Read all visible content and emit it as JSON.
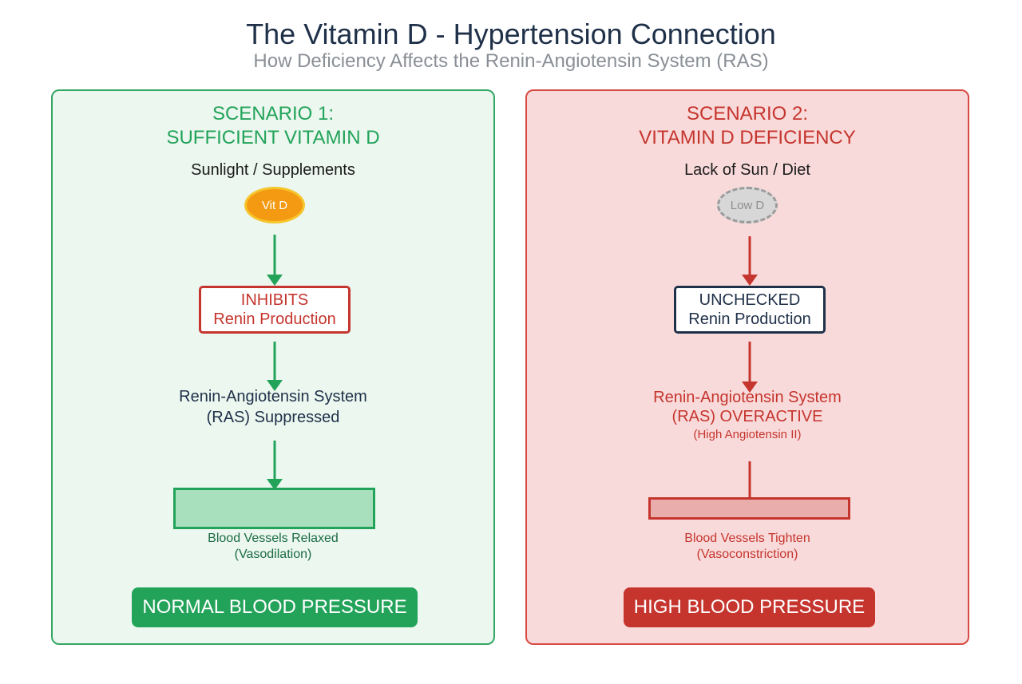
{
  "header": {
    "title": "The Vitamin D - Hypertension Connection",
    "subtitle": "How Deficiency Affects the Renin-Angiotensin System (RAS)"
  },
  "scenario_1": {
    "heading_line_1": "SCENARIO 1:",
    "heading_line_2": "SUFFICIENT VITAMIN D",
    "source": "Sunlight / Supplements",
    "badge": "Vit D",
    "box_line_1": "INHIBITS",
    "box_line_2": "Renin Production",
    "ras_line_1": "Renin-Angiotensin System",
    "ras_line_2": "(RAS) Suppressed",
    "effect_line_1": "Blood Vessels Relaxed",
    "effect_line_2": "(Vasodilation)",
    "result": "NORMAL BLOOD PRESSURE",
    "colors": {
      "accent": "#23a35a",
      "panel_bg": "#ebf7ef"
    }
  },
  "scenario_2": {
    "heading_line_1": "SCENARIO 2:",
    "heading_line_2": "VITAMIN D DEFICIENCY",
    "source": "Lack of Sun / Diet",
    "badge": "Low D",
    "box_line_1": "UNCHECKED",
    "box_line_2": "Renin Production",
    "ras_line_1": "Renin-Angiotensin System",
    "ras_line_2": "(RAS) OVERACTIVE",
    "ras_line_3": "(High Angiotensin II)",
    "effect_line_1": "Blood Vessels Tighten",
    "effect_line_2": "(Vasoconstriction)",
    "result": "HIGH BLOOD PRESSURE",
    "colors": {
      "accent": "#c5352e",
      "panel_bg": "#f9dada"
    }
  }
}
